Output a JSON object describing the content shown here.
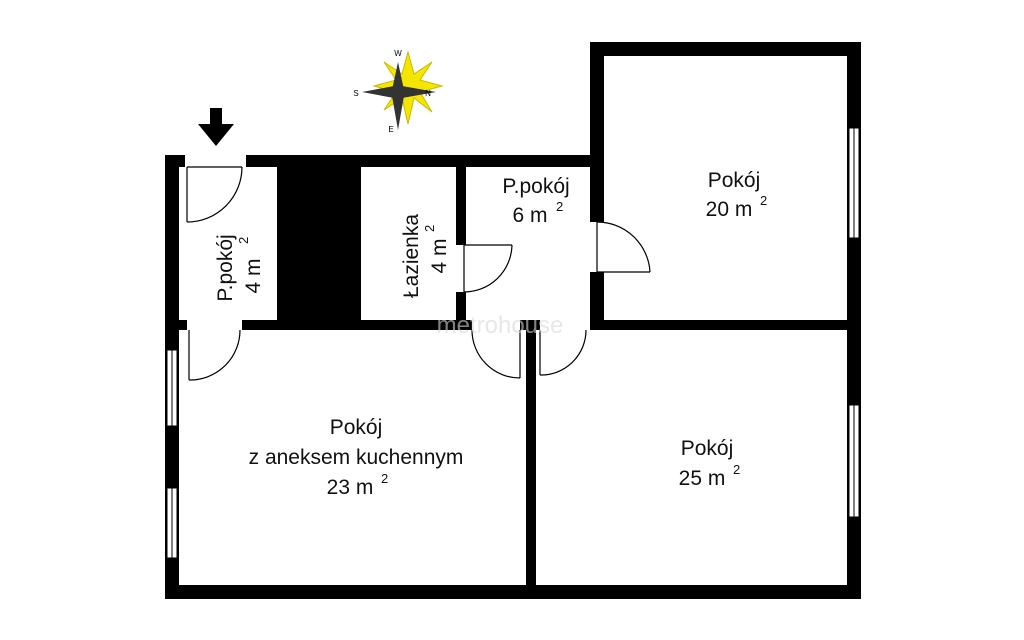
{
  "compass": {
    "north": "N",
    "south": "S",
    "east": "E",
    "west": "W"
  },
  "watermark": "metrohouse",
  "rooms": {
    "hall_left": {
      "name": "P.pokój",
      "area": "4 m",
      "unit_exp": "2"
    },
    "bathroom": {
      "name": "Łazienka",
      "area": "4 m",
      "unit_exp": "2"
    },
    "hall_center": {
      "name": "P.pokój",
      "area": "6 m",
      "unit_exp": "2"
    },
    "room_top_right": {
      "name": "Pokój",
      "area": "20 m",
      "unit_exp": "2"
    },
    "room_kitchen": {
      "name_line1": "Pokój",
      "name_line2": "z aneksem kuchennym",
      "area": "23 m",
      "unit_exp": "2"
    },
    "room_bottom_right": {
      "name": "Pokój",
      "area": "25 m",
      "unit_exp": "2"
    }
  },
  "colors": {
    "wall": "#000000",
    "background": "#ffffff",
    "sun": "#f5e600"
  }
}
